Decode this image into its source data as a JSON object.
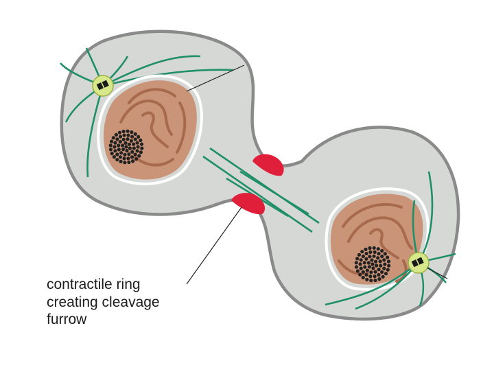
{
  "diagram": {
    "label_lines": [
      "contractile ring",
      "creating cleavage",
      "furrow"
    ],
    "colors": {
      "cytoplasm": "#d6d8d6",
      "membrane": "#8a8a8a",
      "nucleus_fill": "#c99478",
      "nucleus_folds": "#a86a4c",
      "nuclear_envelope": "#ffffff",
      "chromatin": "#222222",
      "microtubules": "#1f8f6a",
      "centrosome": "#d6e88a",
      "contractile_ring": "#e0203a"
    }
  }
}
